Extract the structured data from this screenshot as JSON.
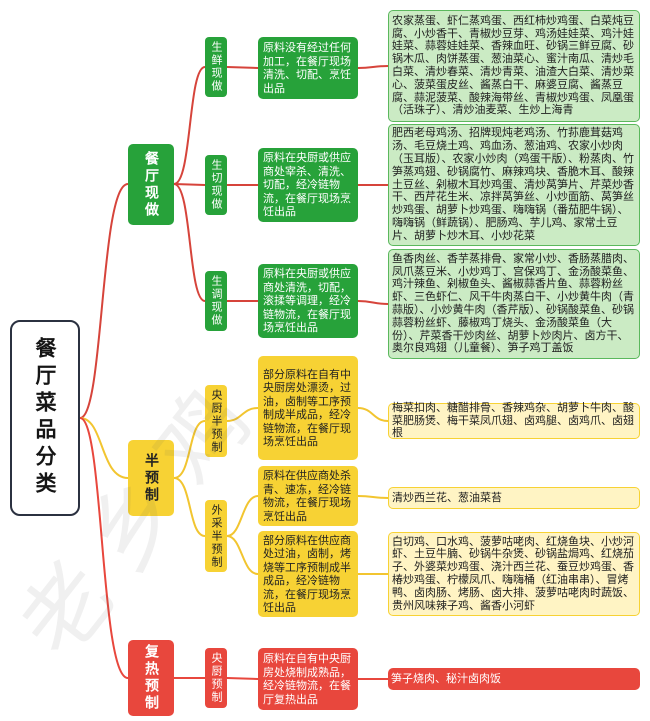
{
  "title": "餐厅菜品分类",
  "watermark": "老乡鸡",
  "colors": {
    "green": "#27a23a",
    "green_light": "#cbebc4",
    "green_border": "#5bb85d",
    "yellow": "#f7d234",
    "yellow_light": "#fff4c4",
    "red": "#e8473d",
    "root_border": "#2b3140",
    "line_red": "#d6443b",
    "line_yellow": "#f2c530"
  },
  "branches": [
    {
      "label": "餐厅现做",
      "children": [
        {
          "label": "生鲜现做",
          "groups": [
            {
              "description": "原料没有经过任何加工，在餐厅现场清洗、切配、烹饪出品",
              "dishes": "农家蒸蛋、虾仁蒸鸡蛋、西红柿炒鸡蛋、白菜炖豆腐、小炒香干、青椒炒豆芽、鸡汤娃娃菜、鸡汁娃娃菜、蒜蓉娃娃菜、香辣血旺、砂锅三鲜豆腐、砂锅木瓜、肉饼蒸蛋、葱油菜心、蜜汁南瓜、清炒毛白菜、清炒春菜、清炒青菜、油渣大白菜、清炒菜心、菠菜蛋皮丝、酱蒸白干、麻婆豆腐、酱蒸豆腐、蒜泥菠菜、酸辣海带丝、青椒炒鸡蛋、凤凰蛋（活珠子）、清炒油麦菜、生炒上海青"
            }
          ]
        },
        {
          "label": "生切现做",
          "groups": [
            {
              "description": "原料在央厨或供应商处宰杀、清洗、切配，经冷链物流，在餐厅现场烹饪出品",
              "dishes": "肥西老母鸡汤、招牌现炖老鸡汤、竹荪鹿茸菇鸡汤、毛豆烧土鸡、鸡血汤、葱油鸡、农家小炒肉（玉耳版）、农家小炒肉（鸡蛋干版）、粉蒸肉、竹笋蒸鸡翅、砂锅腐竹、麻辣鸡块、香脆木耳、酸辣土豆丝、剁椒木耳炒鸡蛋、清炒莴笋片、芹菜炒香干、西芹花生米、凉拌莴笋丝、小炒面筋、莴笋丝炒鸡蛋、胡萝卜炒鸡蛋、嗨嗨锅（番茄肥牛锅）、嗨嗨锅（鲜蔬锅）、肥肠鸡、芋儿鸡、家常土豆片、胡萝卜炒木耳、小炒花菜"
            }
          ]
        },
        {
          "label": "生调现做",
          "groups": [
            {
              "description": "原料在央厨或供应商处清洗，切配，滚揉等调理，经冷链物流，在餐厅现场烹饪出品",
              "dishes": "鱼香肉丝、香芋蒸排骨、家常小炒、香肠蒸腊肉、凤爪蒸豆米、小炒鸡丁、宫保鸡丁、金汤酸菜鱼、鸡汁辣鱼、剁椒鱼头、酱椒蒜香片鱼、蒜蓉粉丝虾、三色虾仁、风干牛肉蒸白干、小炒黄牛肉（青蒜版）、小炒黄牛肉（香芹版）、砂锅酸菜鱼、砂锅蒜蓉粉丝虾、藤椒鸡丁烧头、金汤酸菜鱼（大份）、芹菜香干炒肉丝、胡萝卜炒肉片、卤方干、奥尔良鸡翅（儿童餐）、笋子鸡丁盖饭"
            }
          ]
        }
      ]
    },
    {
      "label": "半预制",
      "children": [
        {
          "label": "央厨半预制",
          "groups": [
            {
              "description": "部分原料在自有中央厨房处漂烫，过油，卤制等工序预制成半成品，经冷链物流，在餐厅现场烹饪出品",
              "dishes": "梅菜扣肉、糖醋排骨、香辣鸡杂、胡萝卜牛肉、酸菜肥肠煲、梅干菜凤爪翅、卤鸡腿、卤鸡爪、卤翅根"
            }
          ]
        },
        {
          "label": "外采半预制",
          "groups": [
            {
              "description": "原料在供应商处杀青、速冻，经冷链物流，在餐厅现场烹饪出品",
              "dishes": "清炒西兰花、葱油菜苔"
            },
            {
              "description": "部分原料在供应商处过油，卤制，烤烧等工序预制成半成品，经冷链物流，在餐厅现场烹饪出品",
              "dishes": "白切鸡、口水鸡、菠萝咕咾肉、红烧鱼块、小炒河虾、土豆牛腩、砂锅牛杂煲、砂锅盐焗鸡、红烧茄子、外婆菜炒鸡蛋、浇汁西兰花、蚕豆炒鸡蛋、香椿炒鸡蛋、柠檬凤爪、嗨嗨桶（红油串串）、冒烤鸭、卤肉肠、烤肠、卤大排、菠萝咕咾肉时蔬饭、贵州风味辣子鸡、酱香小河虾"
            }
          ]
        }
      ]
    },
    {
      "label": "复热预制",
      "children": [
        {
          "label": "央厨预制",
          "groups": [
            {
              "description": "原料在自有中央厨房处烧制成熟品，经冷链物流，在餐厅复热出品",
              "dishes": "笋子烧肉、秘汁卤肉饭"
            }
          ]
        }
      ]
    }
  ]
}
